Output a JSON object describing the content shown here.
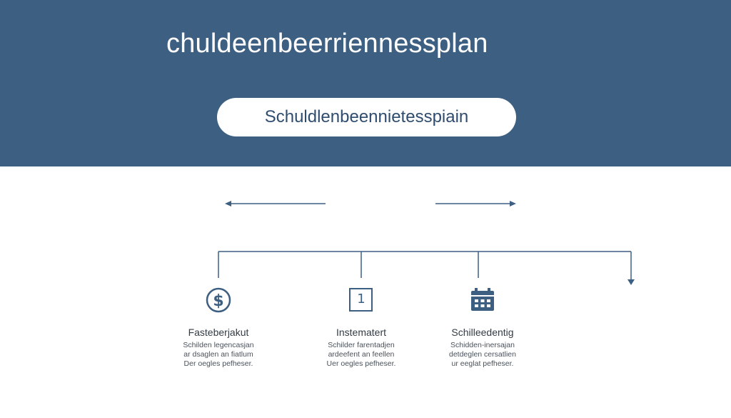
{
  "header": {
    "title": "chuldeenbeerriennessplan",
    "pill_label": "Schuldlenbeennietesspiain"
  },
  "colors": {
    "header_bg": "#3d5f82",
    "line": "#3d5f82",
    "text": "#333b44"
  },
  "steps": [
    {
      "icon": "dollar-coin-icon",
      "title": "Fasteberjakut",
      "desc": [
        "Schilden legencasjan",
        "ar dsaglen an fiatlum",
        "Der oegles pefheser."
      ]
    },
    {
      "icon": "number-one-icon",
      "icon_text": "1",
      "title": "Instematert",
      "desc": [
        "Schilder farentadjen",
        "ardeefent an feellen",
        "Uer oegles pefheser."
      ]
    },
    {
      "icon": "calendar-icon",
      "title": "Schilleedentig",
      "desc": [
        "Schidden-inersajan",
        "detdeglen cersatlien",
        "ur eeglat pefheser."
      ]
    }
  ]
}
